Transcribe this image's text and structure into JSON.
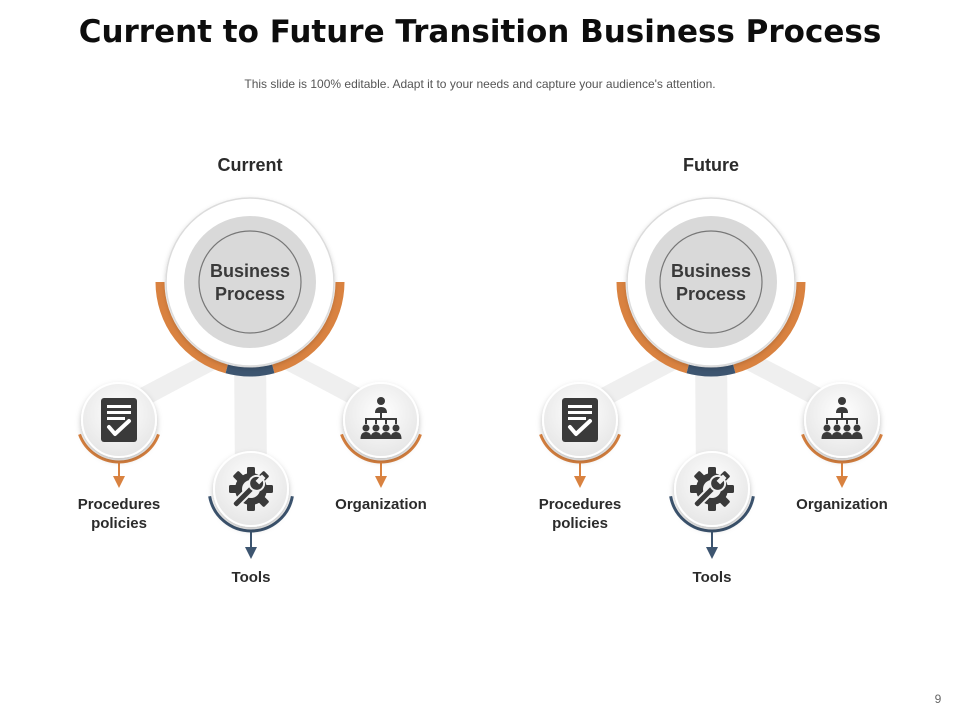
{
  "slide": {
    "title": "Current to Future Transition Business Process",
    "subtitle": "This slide is 100% editable. Adapt it to your needs and capture your audience's attention.",
    "page_number": "9"
  },
  "colors": {
    "orange": "#D98240",
    "navy": "#3D5570",
    "icon": "#3a3a3a",
    "center_fill": "#D9D9D9",
    "connector": "#EFEFEF"
  },
  "diagrams": [
    {
      "heading": "Current",
      "center_label_line1": "Business",
      "center_label_line2": "Process",
      "items": [
        {
          "icon": "checklist-icon",
          "label_line1": "Procedures",
          "label_line2": "policies"
        },
        {
          "icon": "gear-wrench-icon",
          "label_line1": "Tools",
          "label_line2": ""
        },
        {
          "icon": "org-chart-icon",
          "label_line1": "Organization",
          "label_line2": ""
        }
      ]
    },
    {
      "heading": "Future",
      "center_label_line1": "Business",
      "center_label_line2": "Process",
      "items": [
        {
          "icon": "checklist-icon",
          "label_line1": "Procedures",
          "label_line2": "policies"
        },
        {
          "icon": "gear-wrench-icon",
          "label_line1": "Tools",
          "label_line2": ""
        },
        {
          "icon": "org-chart-icon",
          "label_line1": "Organization",
          "label_line2": ""
        }
      ]
    }
  ]
}
